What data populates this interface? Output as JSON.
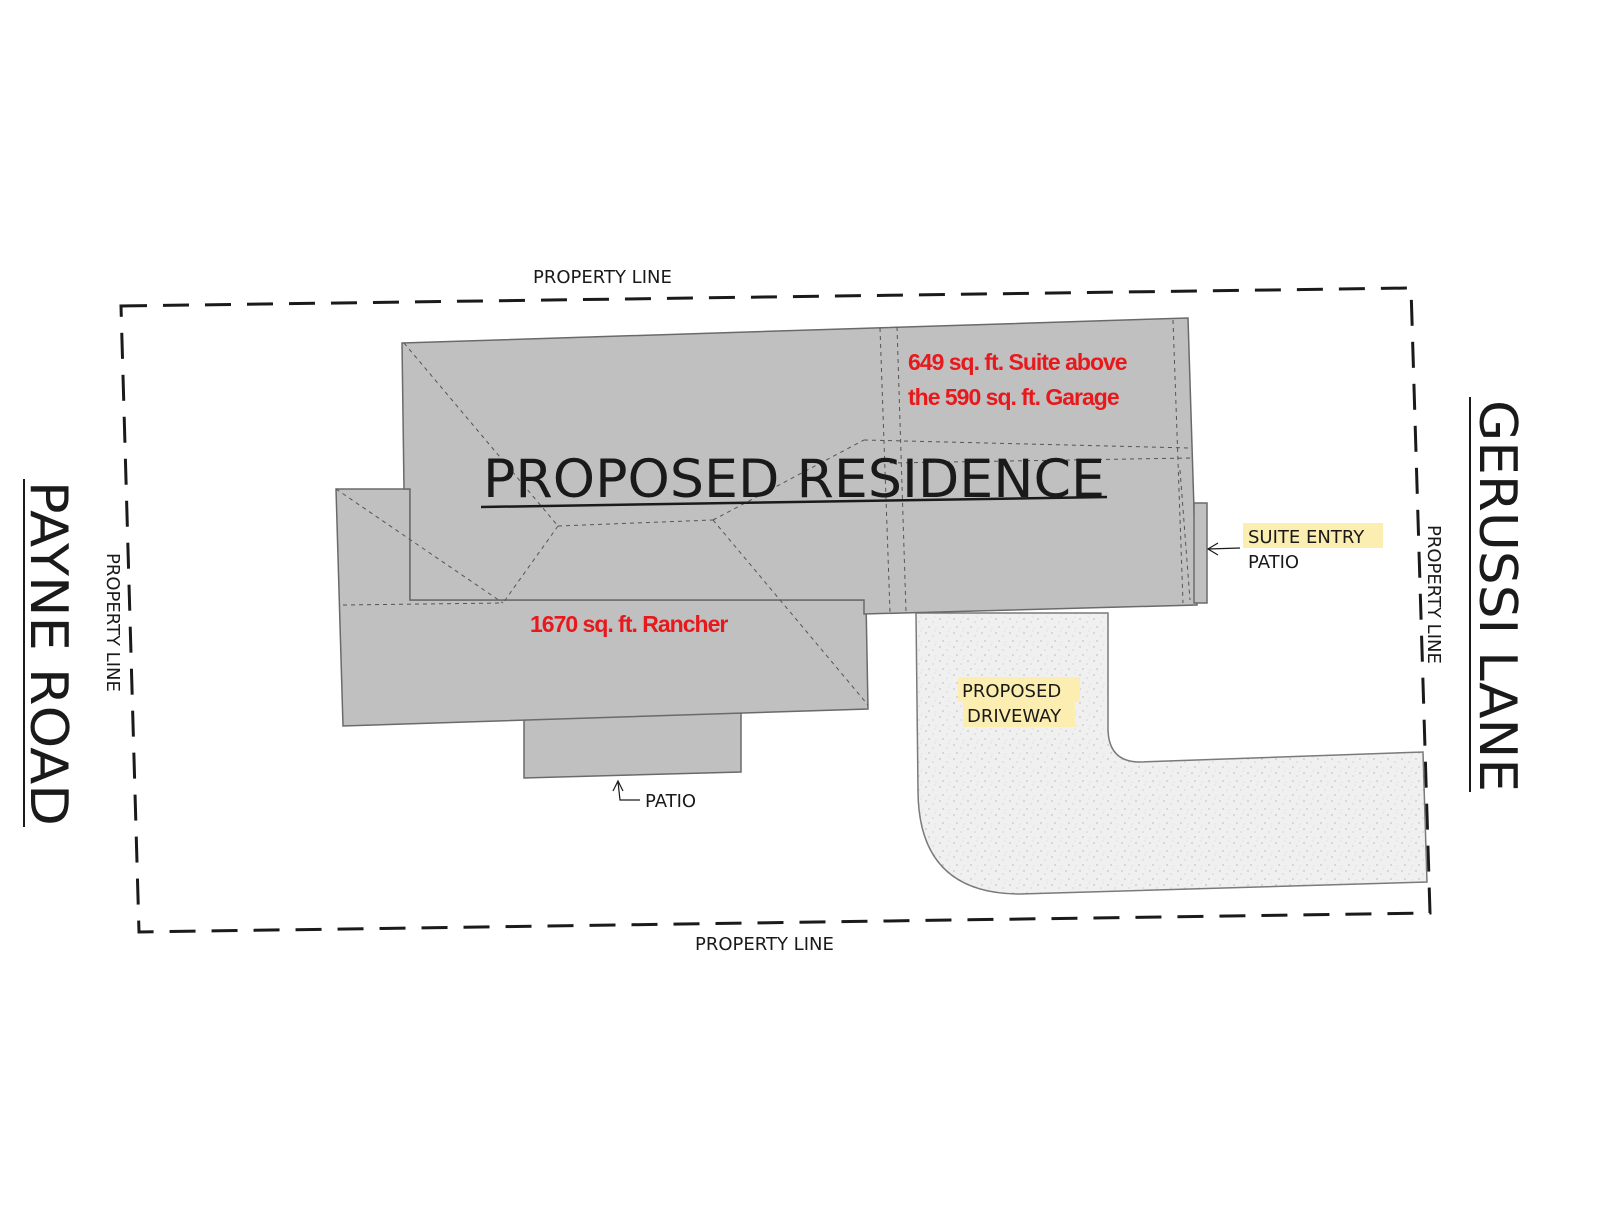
{
  "plan": {
    "title": "PROPOSED RESIDENCE",
    "property_line_labels": {
      "top": "PROPERTY LINE",
      "bottom": "PROPERTY LINE",
      "left": "PROPERTY LINE",
      "right": "PROPERTY LINE"
    },
    "roads": {
      "left": "PAYNE ROAD",
      "right": "GERUSSI LANE"
    },
    "annotations": {
      "suite_line1": "649 sq. ft. Suite above",
      "suite_line2": "the 590 sq. ft. Garage",
      "rancher": "1670 sq. ft. Rancher",
      "suite_entry": "SUITE ENTRY",
      "suite_patio": "PATIO",
      "rear_patio": "PATIO",
      "driveway_line1": "PROPOSED",
      "driveway_line2": "DRIVEWAY"
    },
    "colors": {
      "building_fill": "#c0c0c0",
      "driveway_fill": "#efefef",
      "highlight": "#fbeeb0",
      "annotation_red": "#e8191c",
      "line": "#1a1a1a"
    }
  }
}
